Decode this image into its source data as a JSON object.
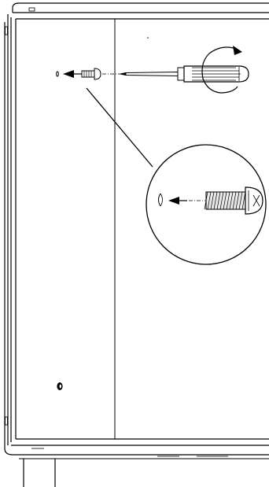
{
  "diagram": {
    "subject": "",
    "colors": {
      "line": "#000000",
      "paper": "#ffffff",
      "screw_fill": "#e8e8e8"
    },
    "icons": [
      "cabinet-panel",
      "screw-hole",
      "screw",
      "screwdriver",
      "rotation-arrow",
      "zoom-detail-circle",
      "knob"
    ]
  }
}
